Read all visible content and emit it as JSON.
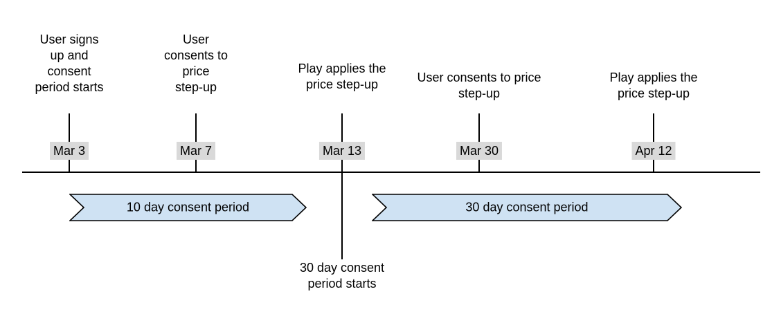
{
  "diagram": {
    "type": "timeline",
    "events": [
      {
        "date": "Mar 3",
        "lines": [
          "User signs",
          "up and",
          "consent",
          "period starts"
        ]
      },
      {
        "date": "Mar 7",
        "lines": [
          "User",
          "consents to",
          "price",
          "step-up"
        ]
      },
      {
        "date": "Mar 13",
        "lines": [
          "Play applies the",
          "price step-up"
        ],
        "below_lines": [
          "30 day consent",
          "period starts"
        ]
      },
      {
        "date": "Mar 30",
        "lines": [
          "User consents to price",
          "step-up"
        ]
      },
      {
        "date": "Apr 12",
        "lines": [
          "Play applies the",
          "price step-up"
        ]
      }
    ],
    "periods": [
      {
        "label": "10 day consent period"
      },
      {
        "label": "30 day consent period"
      }
    ]
  },
  "colors": {
    "period_fill": "#cfe2f3",
    "period_border": "#000000",
    "date_bg": "#d9d9d9",
    "line": "#000000",
    "text": "#000000"
  }
}
